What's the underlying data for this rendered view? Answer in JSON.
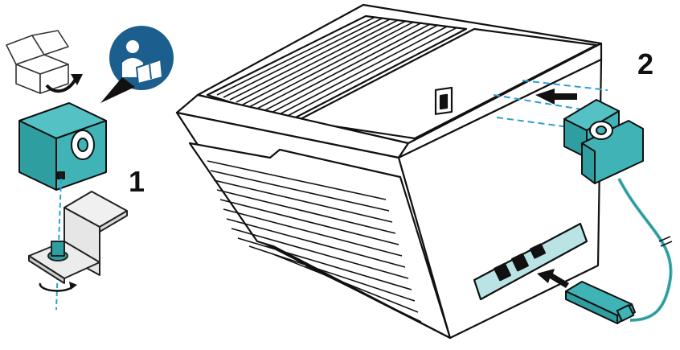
{
  "steps": [
    {
      "label": "1"
    },
    {
      "label": "2"
    }
  ],
  "icons": {
    "manual": "read-manual-icon",
    "unbox": "open-box-icon",
    "printer": "printer-illustration",
    "mount": "mounting-bracket",
    "sensor": "teal-sensor-block",
    "cable": "usb-cable"
  },
  "colors": {
    "accent": "#3fb3b5",
    "accent_dark": "#1f6f73",
    "manual_badge": "#1c5f8e",
    "line": "#111111",
    "dash": "#2a9fd6"
  }
}
